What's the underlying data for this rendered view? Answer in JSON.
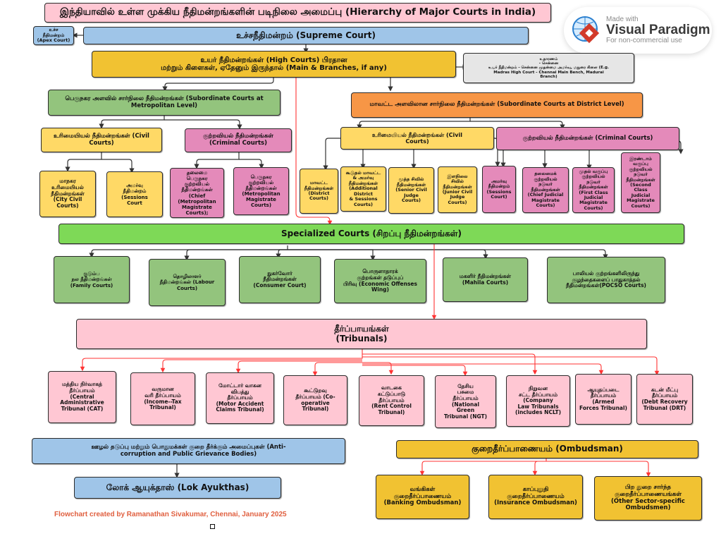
{
  "title": "இந்தியாவில் உள்ள முக்கிய நீதிமன்றங்களின் படிநிலை அமைப்பு (Hierarchy of Major Courts in India)",
  "watermark": {
    "line1": "Made with",
    "line2": "Visual Paradigm",
    "line3": "For non-commercial use",
    "icon": "visual-paradigm-logo"
  },
  "supreme": {
    "label": "உச்சநீதிமன்றம் (Supreme Court)",
    "side_note": "உச்ச\nநீதிமன்றம்\n(Apex Court)"
  },
  "high": {
    "label": "உயர் நீதிமன்றங்கள் (High Courts) பிரதான\nமற்றும் கிளைகள், ஏதேனும் இருந்தால் (Main & Branches, if any)",
    "example": "உதாரணம்\n- சென்னை\nஉயர் நீதிமன்றம் - சென்னை முதன்மை அமர்வு, மதுரை கிளை (E.g.\nMadras High Court - Chennai Main Bench, Madurai\nBranch)"
  },
  "metro": {
    "label": "பெருநகர அளவில் சார்நிலை நீதிமன்றங்கள் (Subordinate Courts at\nMetropolitan Level)",
    "civil": {
      "label": "உரிமையியல் நீதிமன்றங்கள் (Civil\nCourts)",
      "children": [
        "மாநகர\nஉரிமையியல்\nநீதிமன்றங்கள்\n(City Civil Courts)",
        "அமர்வு\nநீதிமன்றம் (Sessions\nCourt"
      ]
    },
    "criminal": {
      "label": "குற்றவியல் நீதிமன்றங்கள்\n(Criminal Courts)",
      "children": [
        "தலைமை\nபெருநகர\nகுற்றவியல்\nநீதிமன்றங்கள்\n(Chief (Metropolitan\nMagistrate Courts);",
        "பெருநகர\nகுற்றவியல்\nநீதிமன்றங்கள்\n(Metropolitan\nMagistrate Courts)"
      ]
    }
  },
  "district": {
    "label": "மாவட்ட அளவிலான சார்நிலை நீதிமன்றங்கள் (Subordinate Courts at District Level)",
    "civil": {
      "label": "உரிமையியல் நீதிமன்றங்கள் (Civil\nCourts)",
      "children": [
        "மாவட்ட\nநீதிமன்றங்கள்\n(District Courts)",
        "கூடுதல் மாவட்ட\n& அமர்வு\nநீதிமன்றங்கள்\n(Additional District\n& Sessions Courts)",
        "மூத்த சிவில்\nநீதிமன்றங்கள்\n(Senior Civil Judge\nCourts)",
        "இளநிலை\nசிவில்\nநீதிமன்றங்கள்\n(Junior Civil\nJudge Courts)"
      ]
    },
    "criminal": {
      "label": "குற்றவியல் நீதிமன்றங்கள் (Criminal Courts)",
      "children": [
        "அமர்வு\nநீதிமன்றம்\n(Sessions\nCourt)",
        "தலைமைக்\nகுற்றவியல்\nநடுவர்\nநீதிமன்றங்கள்\n(Chief Judicial\nMagistrate Courts)",
        "முதல் வகுப்பு\nகுற்றவியல்\nநடுவர்\nநீதிமன்றங்கள்\n(First Class Judicial\nMagistrate Courts)",
        "இரண்டாம்\nவகுப்பு\nகுற்றவியல்\nநடுவர்\nநீதிமன்றங்கள்\n(Second Class\nJudicial\nMagistrate\nCourts)"
      ]
    }
  },
  "specialized": {
    "label": "Specialized Courts (சிறப்பு நீதிமன்றங்கள்)",
    "children": [
      "குடும்ப\nநல நீதிமன்றங்கள்\n(Family Courts)",
      "தொழிலாளர்\nநீதிமன்றங்கள் (Labour\nCourts)",
      "நுகர்வோர்\nநீதிமன்றங்கள்\n(Consumer Court)",
      "பொருளாதாரக்\nகுற்றங்கள் தடுப்புப்\nபிரிவு (Economic Offenses\nWing)",
      "மகளிர் நீதிமன்றங்கள்\n(Mahila Courts)",
      "பாலியல் குற்றங்களிலிருந்து\nகுழந்தைகளைப் பாதுகாத்தல்\nநீதிமன்றங்கள்(POCSO Courts)"
    ]
  },
  "tribunals": {
    "label": "தீர்ப்பாயங்கள்\n(Tribunals)",
    "children": [
      "மத்திய நிர்வாகத்\nதீர்ப்பாயம்\n(Central\nAdministrative\nTribunal (CAT)",
      "வருமான\nவரி தீர்ப்பாயம்\n(Income--Tax\nTribunal)",
      "மோட்டார் வாகன\nவிபத்து\nதீர்ப்பாயம்\n(Motor Accident\nClaims Tribunal)",
      "கூட்டுறவு\nதீர்ப்பாயம் (Co-\noperative\nTribunal)",
      "வாடகை\nகட்டுப்பாடு\nதீர்ப்பாயம்\n(Rent Control\nTribunal)",
      "தேசிய\nபசுமை\nதீர்ப்பாயம்\n(National\nGreen\nTribunal (NGT)",
      "நிறுவன\nசட்ட தீர்ப்பாயம்\n(Company\nLaw Tribunals\n(includes NCLT)",
      "ஆயுதப்படை\nதீர்ப்பாயம்\n(Armed\nForces Tribunal)",
      "கடன் மீட்பு\nதீர்ப்பாயம்\n(Debt Recovery\nTribunal (DRT)"
    ]
  },
  "anticorruption": {
    "label": "ஊழல் தடுப்பு மற்றும் பொதுமக்கள் குறை தீர்க்கும் அமைப்புகள் (Anti-\ncorruption and Public Grievance Bodies)",
    "child": "லோக் ஆயுக்தாஸ் (Lok Ayukthas)"
  },
  "ombudsman": {
    "label": "குறைதீர்ப்பாணையம் (Ombudsman)",
    "children": [
      "வங்கிகள்\nகுறைதீர்ப்பாணையம்\n(Banking Ombudsman)",
      "காப்புறுதி\nகுறைதீர்ப்பாணையம்\n(Insurance Ombudsman)",
      "பிற துறை சார்ந்த\nகுறைதீர்ப்பாணையங்கள்\n(Other Sector-specific\nOmbudsmen)"
    ]
  },
  "credit": "Flowchart created by Ramanathan Sivakumar, Chennai, January 2025",
  "colors": {
    "connector": "#333333",
    "red_connector": "#ff3333",
    "credit": "#e06040"
  }
}
